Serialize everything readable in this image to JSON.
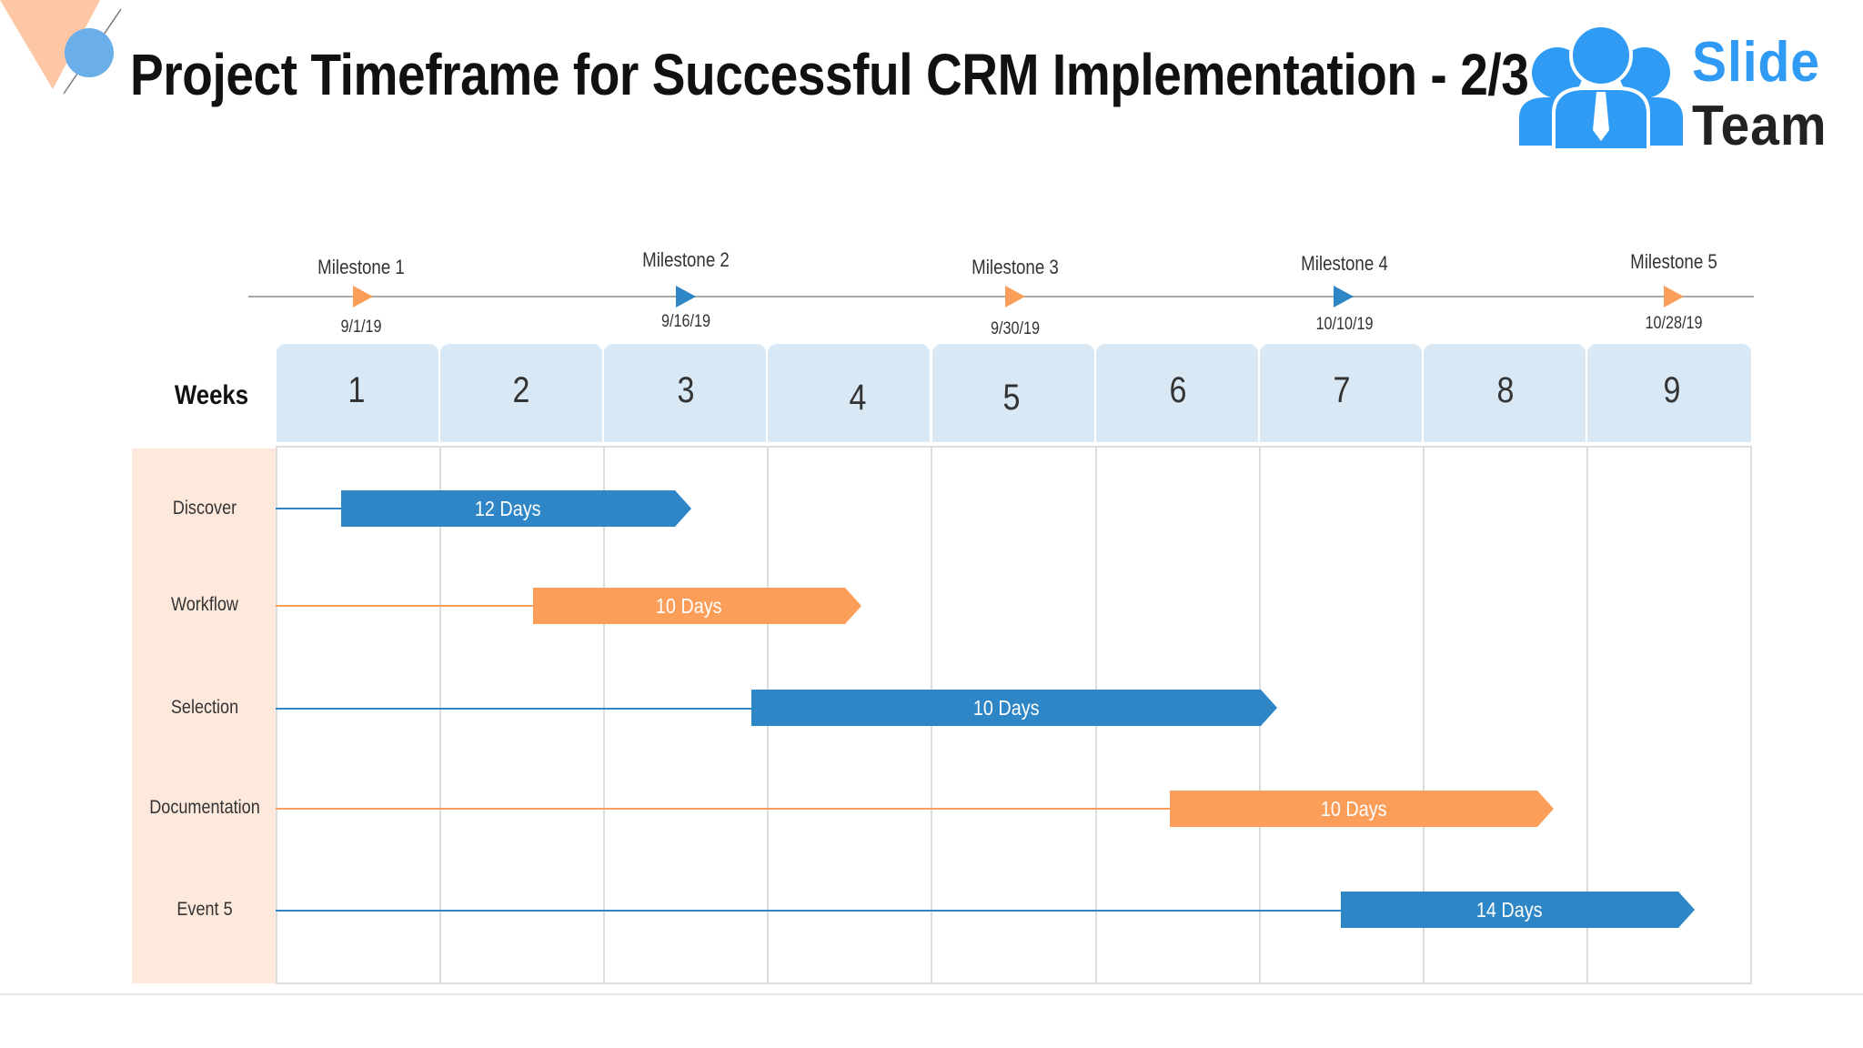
{
  "title": "Project Timeframe for Successful CRM Implementation - 2/3",
  "logo": {
    "word1": "Slide",
    "word2": "Team"
  },
  "colors": {
    "blue": "#2f86c6",
    "orange": "#fb9e5a",
    "week_header": "#d9e8f5",
    "label_bg": "#fde8dc"
  },
  "milestones": [
    {
      "label": "Milestone 1",
      "date": "9/1/19",
      "color": "orange"
    },
    {
      "label": "Milestone 2",
      "date": "9/16/19",
      "color": "blue"
    },
    {
      "label": "Milestone 3",
      "date": "9/30/19",
      "color": "orange"
    },
    {
      "label": "Milestone 4",
      "date": "10/10/19",
      "color": "blue"
    },
    {
      "label": "Milestone 5",
      "date": "10/28/19",
      "color": "orange"
    }
  ],
  "weeks_label": "Weeks",
  "weeks": [
    "1",
    "2",
    "3",
    "4",
    "5",
    "6",
    "7",
    "8",
    "9"
  ],
  "tasks": [
    {
      "label": "Discover",
      "duration": "12 Days",
      "color": "blue"
    },
    {
      "label": "Workflow",
      "duration": "10 Days",
      "color": "orange"
    },
    {
      "label": "Selection",
      "duration": "10 Days",
      "color": "blue"
    },
    {
      "label": "Documentation",
      "duration": "10 Days",
      "color": "orange"
    },
    {
      "label": "Event 5",
      "duration": "14 Days",
      "color": "blue"
    }
  ]
}
